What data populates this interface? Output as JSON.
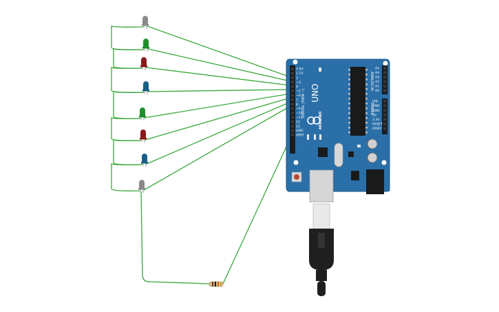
{
  "board": {
    "model": "UNO",
    "brand": "ARDUINO",
    "digital_header_label": "DIGITAL (PWM ~)",
    "analog_header_label": "ANALOG IN",
    "power_header_label": "POWER",
    "digital_pins": [
      "0 RX",
      "1 TX",
      "2",
      "~3",
      "4",
      "~5",
      "~6",
      "7",
      "8",
      "~9",
      "~10",
      "~11",
      "12",
      "13",
      "GND",
      "AREF"
    ],
    "analog_pins": [
      "A5",
      "A4",
      "A3",
      "A2",
      "A1",
      "A0"
    ],
    "power_pins": [
      "VIN",
      "GND",
      "GND",
      "5V",
      "3.3V",
      "RESET",
      "IOREF"
    ]
  },
  "leds": [
    {
      "color": "gray",
      "hex": "#8a8a8a"
    },
    {
      "color": "green",
      "hex": "#1f8f2a"
    },
    {
      "color": "red",
      "hex": "#8b1a1a"
    },
    {
      "color": "blue",
      "hex": "#1b5e86"
    },
    {
      "color": "green",
      "hex": "#1f8f2a"
    },
    {
      "color": "red",
      "hex": "#8b1a1a"
    },
    {
      "color": "blue",
      "hex": "#1b5e86"
    },
    {
      "color": "gray",
      "hex": "#8a8a8a"
    }
  ],
  "colors": {
    "wire": "#3aa83a",
    "board": "#2a6fa8",
    "board_dark": "#1e5787",
    "usb_cable": "#222222"
  }
}
